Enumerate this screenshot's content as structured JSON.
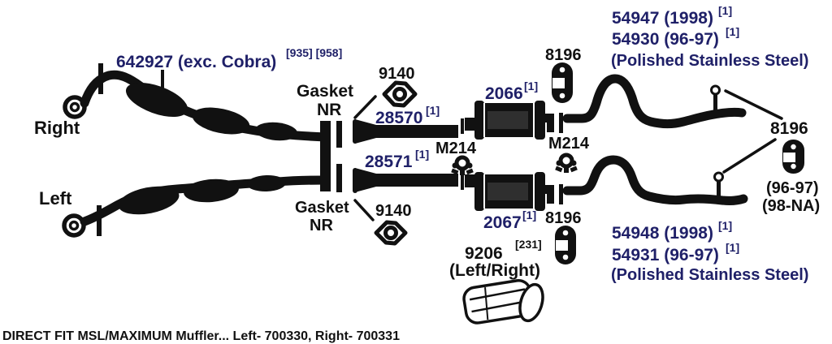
{
  "colors": {
    "background": "#ffffff",
    "line_art_ink": "#111111",
    "part_number_navy": "#1f2068"
  },
  "sides": {
    "right": "Right",
    "left": "Left"
  },
  "labels": {
    "p642927": {
      "text": "642927 (exc. Cobra)",
      "sup": "[935] [958]"
    },
    "gasket_top": {
      "line1": "Gasket",
      "line2": "NR"
    },
    "gasket_bottom": {
      "line1": "Gasket",
      "line2": "NR"
    },
    "p9140_top": "9140",
    "p9140_bottom": "9140",
    "p28570": {
      "text": "28570",
      "sup": "[1]"
    },
    "p28571": {
      "text": "28571",
      "sup": "[1]"
    },
    "m214_left": "M214",
    "m214_right": "M214",
    "p2066": {
      "text": "2066",
      "sup": "[1]"
    },
    "p2067": {
      "text": "2067",
      "sup": "[1]"
    },
    "p8196_top": "8196",
    "p8196_mid": "8196",
    "p8196_right": "8196",
    "p54947": {
      "text": "54947 (1998)",
      "sup": "[1]"
    },
    "p54930": {
      "text": "54930 (96-97)",
      "sup": "[1]"
    },
    "pss_top": "(Polished Stainless Steel)",
    "p54948": {
      "text": "54948 (1998)",
      "sup": "[1]"
    },
    "p54931": {
      "text": "54931 (96-97)",
      "sup": "[1]"
    },
    "pss_bottom": "(Polished Stainless Steel)",
    "fit_96_97": "(96-97)",
    "fit_98_na": "(98-NA)",
    "p9206": {
      "text": "9206",
      "sup": "[231]",
      "note": "(Left/Right)"
    }
  },
  "caption": "DIRECT FIT MSL/MAXIMUM Muffler... Left- 700330, Right- 700331"
}
